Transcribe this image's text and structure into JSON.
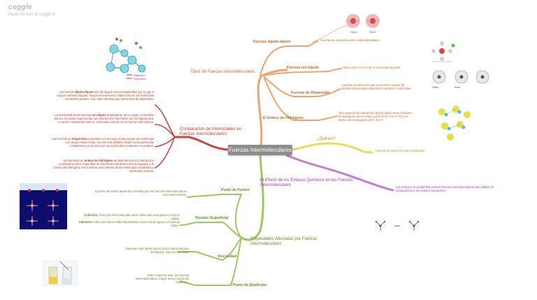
{
  "watermark": {
    "logo": "coggle",
    "made_for_free": "made for free at coggle.it"
  },
  "center": "Fuerzas Intermoleculares",
  "tipos": {
    "title": "Tipos de Fuerzas Intermoleculares",
    "dipolo_dipolo": {
      "label": "Fuerzas dipolo-dipolo",
      "desc": "Fuerzas de atracción entre moléculas polares."
    },
    "ion_dipolo": {
      "label": "Fuerzas ion-dipolo",
      "desc": "Atraen entre sí a un ion y una molécula polar"
    },
    "dispersion": {
      "label": "Fuerzas de Dispersión",
      "desc": "Fuerzas de atracción que se generan a partir de dipolos temporales inducidos en átomos o moléculas."
    },
    "hidrogeno": {
      "label": "El Enlace de Hidrógeno",
      "desc": "Tipo especial de interacción dipolo-dipolo entre el átomo de hidrógeno de un enlace polar (N-H, O-H, F-H) y un átomo electronegativo de O, N o F."
    }
  },
  "comparacion": {
    "title": "Comparación de Intensidades en Fuerzas Intermoleculares",
    "notes": [
      {
        "pre": "Las fuerzas ",
        "bold": "dipolo-dipolo",
        "post": " son de mayor electronegatividad, por lo que a mayor momento dipolar, mayor será la fuerza. Están solo en las moléculas covalentes polares. Son más intensas que las fuerzas de dispersión."
      },
      {
        "pre": "La intensidad de las fuerzas ",
        "bold": "ion-dipolo",
        "post": " dependerán de la carga y el tamaño del ion. El catión experimenta una interacción más fuerte con los dipolos que un anión. Solamente está en moléculas iónicas. Es la fuerza más intensa."
      },
      {
        "pre": "Las fuerzas de ",
        "bold": "dispersión",
        "post": " aumentan con la masa molar porque las moléculas con mayor masa molar, son las más débiles. Están en las partículas covalentes y es la única en las moléculas covalentes no polares."
      },
      {
        "pre": "La fuerza de un ",
        "bold": "enlace de hidrógeno",
        "post": " se determina por la interacción coulómbica entre el par libre de electrones del átomo electronegativo y el núcleo del hidrógeno. Es la fuerza más intensa de las moléculas covalentes y partículas neutras."
      }
    ]
  },
  "que_es": {
    "label": "¿Qué es?",
    "desc": "Fuerzas de atracción entre moléculas."
  },
  "efecto": {
    "title": "El Efecto de los Enlaces Químicos en las Fuerzas Intermoleculares",
    "desc": "Los enlaces no covalentes poseen fuerzas intermoleculares más débiles en comparación a los enlaces covalentes."
  },
  "propiedades": {
    "title": "Propiedades Afectadas por Fuerzas Intermoleculares",
    "fusion": {
      "label": "Punto de Fusión",
      "desc": "El punto de fusión aumenta a medida que las fuerzas intermoleculares son más intensas."
    },
    "tension": {
      "label": "Tensión Superficial",
      "cohesion_bold": "Cohesión:",
      "cohesion": " Atracción intermolecular entre moléculas semejantes (como el agua).",
      "adhesion_bold": "Adhesión:",
      "adhesion": " Atracción entre moléculas distintas (como las de agua y el tubo de vidrio)."
    },
    "viscosidad": {
      "label": "Viscosidad",
      "desc": "Mientras más fuerte sea la fuerza intermolecular del líquido, más viscoso será."
    },
    "ebullicion": {
      "label": "Punto de Ebullición",
      "desc": "Entre mayores sean las fuerzas intermoleculares, mayor será el punto de ebullición."
    }
  },
  "image_labels": {
    "atraccion": "Atracción",
    "repulsion": "Repulsión",
    "dipolo": "Dipolo",
    "catión": "Catión",
    "anion": "Anión"
  },
  "colors": {
    "orange": "#f0a36a",
    "red": "#c9463b",
    "yellow": "#e6dc5a",
    "purple": "#c77bd6",
    "green": "#9cc95b",
    "center": "#8c8c8c"
  }
}
